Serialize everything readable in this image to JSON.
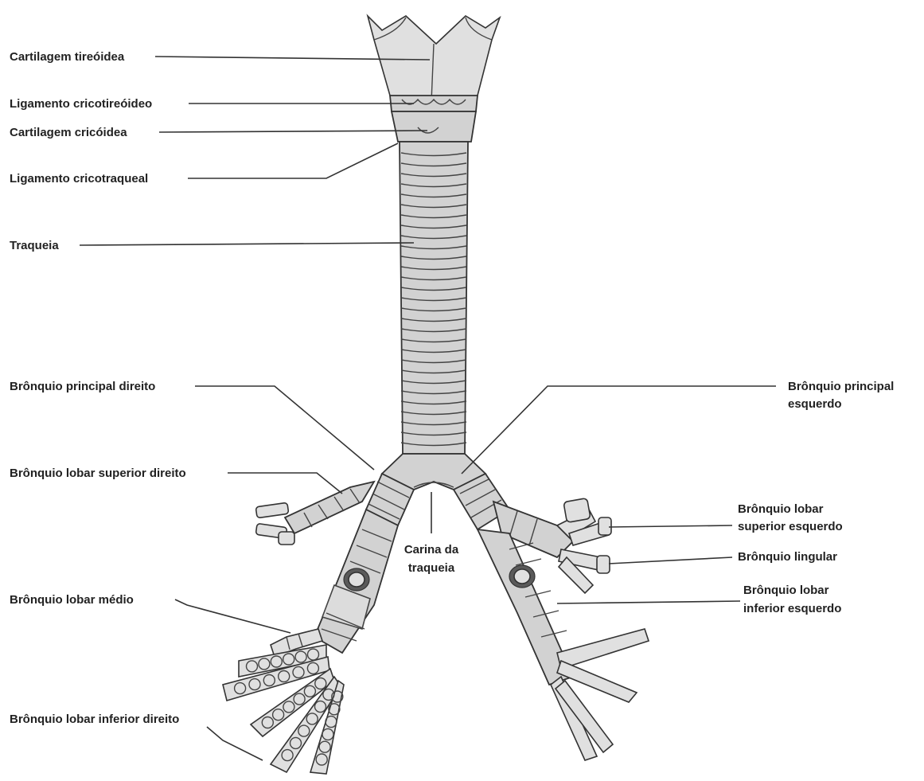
{
  "labels": {
    "cartilagem_tireoidea": "Cartilagem tireóidea",
    "ligamento_cricotireoideo": "Ligamento cricotireóideo",
    "cartilagem_cricoidea": "Cartilagem cricóidea",
    "ligamento_cricotraqueal": "Ligamento cricotraqueal",
    "traqueia": "Traqueia",
    "bronquio_principal_direito": "Brônquio principal direito",
    "bronquio_lobar_superior_direito": "Brônquio lobar superior direito",
    "bronquio_lobar_medio": "Brônquio lobar médio",
    "bronquio_lobar_inferior_direito": "Brônquio lobar inferior direito",
    "carina_line1": "Carina da",
    "carina_line2": "traqueia",
    "bronquio_principal_esquerdo_line1": "Brônquio principal",
    "bronquio_principal_esquerdo_line2": "esquerdo",
    "bronquio_lobar_superior_esquerdo_line1": "Brônquio lobar",
    "bronquio_lobar_superior_esquerdo_line2": "superior esquerdo",
    "bronquio_lingular": "Brônquio lingular",
    "bronquio_lobar_inferior_esquerdo_line1": "Brônquio lobar",
    "bronquio_lobar_inferior_esquerdo_line2": "inferior esquerdo"
  }
}
